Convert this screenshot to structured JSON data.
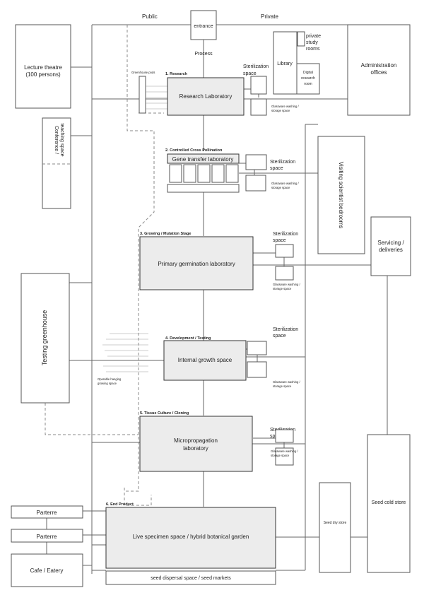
{
  "zones": {
    "public": "Public",
    "private": "Private"
  },
  "entrance": "entrance",
  "process": "Process",
  "lecture": [
    "Lecture theatre",
    "(100 persons)"
  ],
  "conference": [
    "Conference /",
    "teaching space"
  ],
  "testing_greenhouse": "Testing greenhouse",
  "admin": [
    "Administration",
    "offices"
  ],
  "library": "Library",
  "study_rooms": [
    "private",
    "study",
    "rooms"
  ],
  "digital_research": [
    "Digital",
    "research",
    "room"
  ],
  "visiting": "Visiting scientist bedrooms",
  "servicing": [
    "Servicing /",
    "deliveries"
  ],
  "seed_dry": "Seed dry store",
  "seed_cold": "Seed cold store",
  "greenhouse_pods": "Greenhouse pods",
  "operable": [
    "Operable hanging",
    "growing space"
  ],
  "stages": [
    {
      "heading": "1. Research",
      "lab": [
        "Research Laboratory"
      ]
    },
    {
      "heading": "2. Controlled Cross Pollination",
      "lab": [
        "Gene transfer laboratory"
      ]
    },
    {
      "heading": "3. Growing / Mutation Stage",
      "lab": [
        "Primary germination laboratory"
      ]
    },
    {
      "heading": "4. Development / Testing",
      "lab": [
        "Internal growth space"
      ]
    },
    {
      "heading": "5. Tissue Culture / Cloning",
      "lab": [
        "Micropropagation",
        "laboratory"
      ]
    },
    {
      "heading": "6. End Product",
      "lab": [
        "Live specimen space / hybrid botanical garden"
      ]
    }
  ],
  "sterilization": [
    "Sterilization",
    "space"
  ],
  "glassware": [
    "Glassware washing /",
    "storage space"
  ],
  "parterre": "Parterre",
  "cafe": "Cafe / Eatery",
  "seed_dispersal": "seed dispersal space / seed markets"
}
